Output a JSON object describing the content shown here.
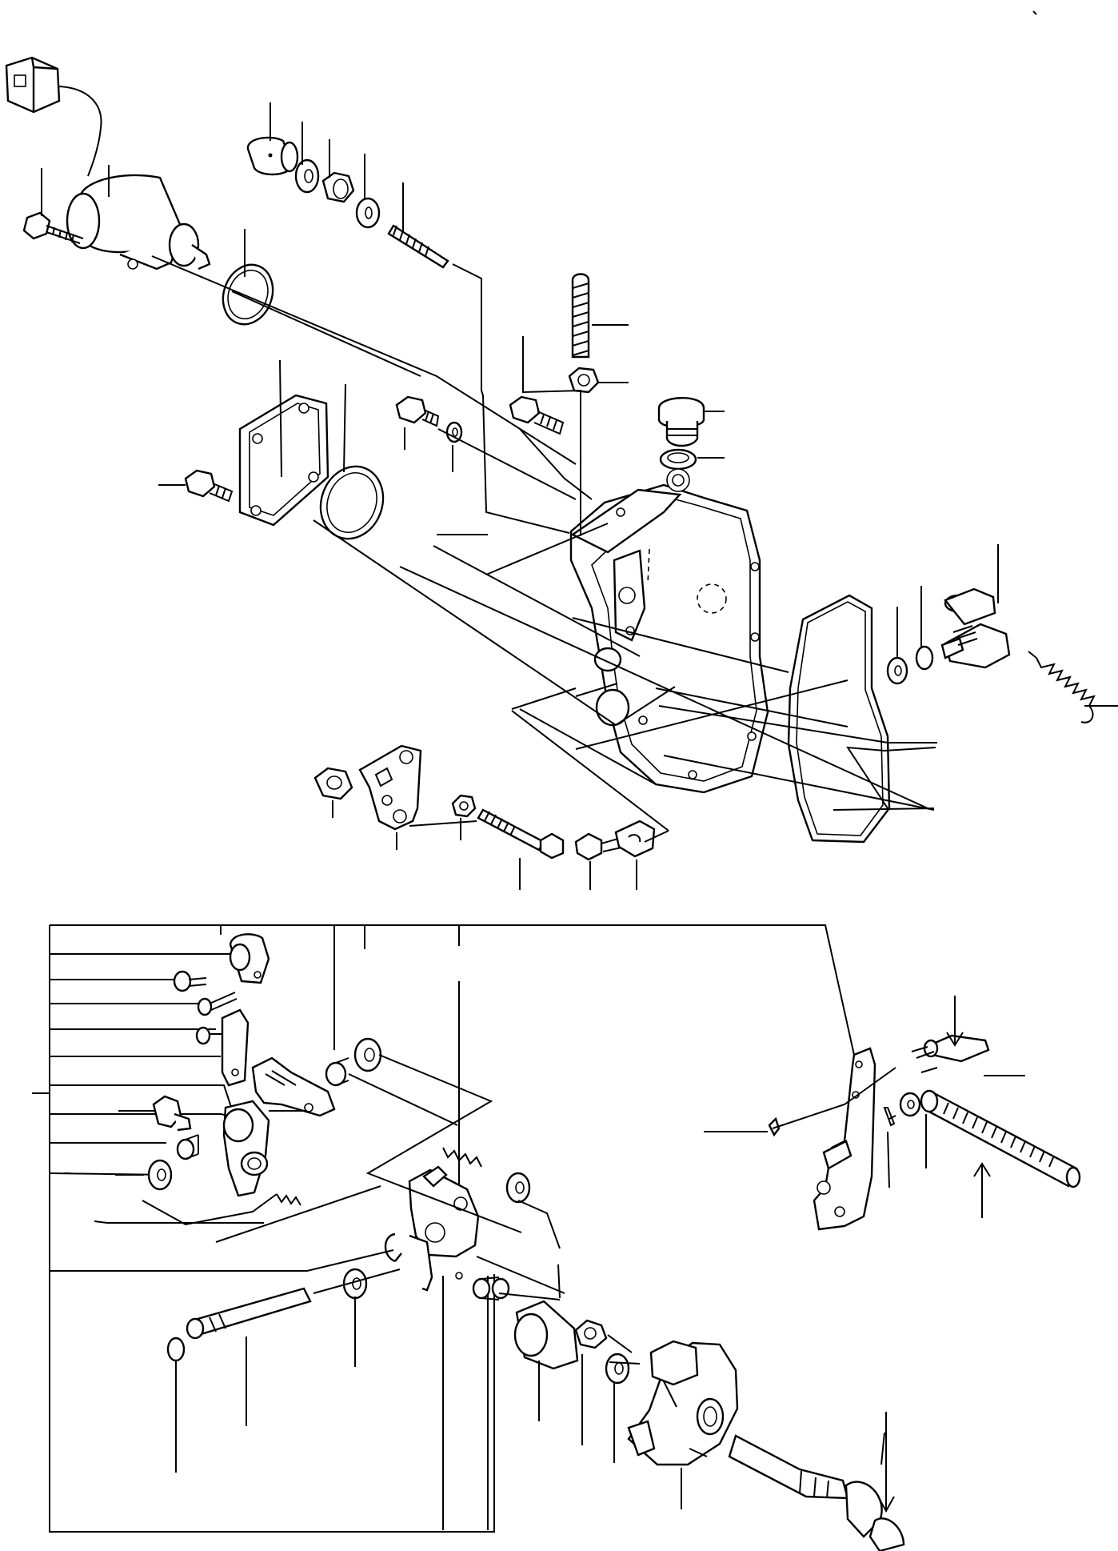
{
  "figure": {
    "kind": "exploded-parts-diagram",
    "line_color": "#000000",
    "background": "#ffffff",
    "sections": [
      "upper-assembly",
      "lower-assembly"
    ]
  }
}
